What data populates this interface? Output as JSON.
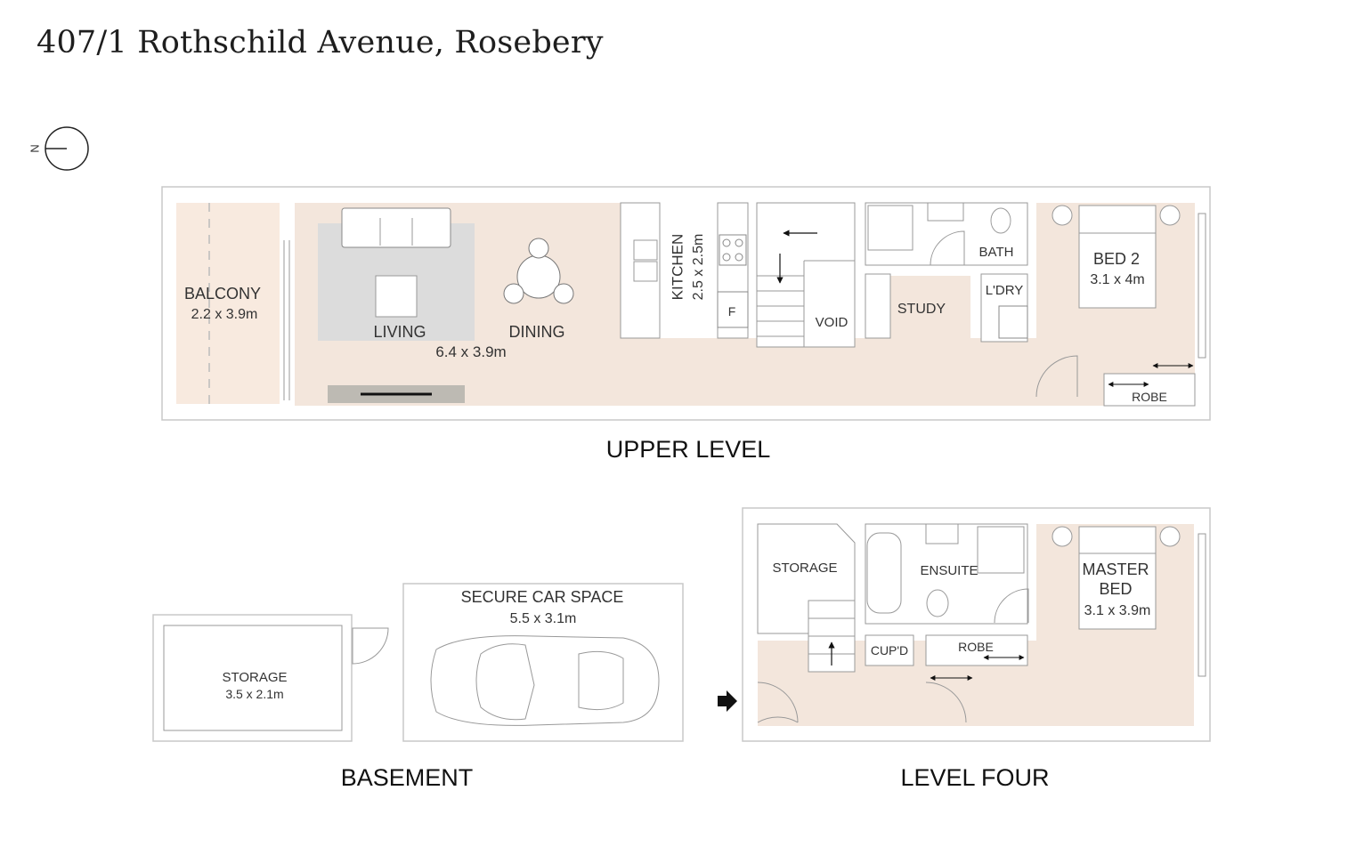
{
  "title": "407/1 Rothschild Avenue, Rosebery",
  "compass": {
    "label": "N"
  },
  "levels": {
    "upper": "UPPER LEVEL",
    "basement": "BASEMENT",
    "four": "LEVEL FOUR"
  },
  "rooms": {
    "balcony": {
      "name": "BALCONY",
      "size": "2.2 x 3.9m"
    },
    "living": {
      "name": "LIVING",
      "size": "6.4 x 3.9m"
    },
    "dining": {
      "name": "DINING"
    },
    "kitchen": {
      "name": "KITCHEN",
      "size": "2.5 x 2.5m",
      "fridge": "F"
    },
    "void": {
      "name": "VOID"
    },
    "study": {
      "name": "STUDY"
    },
    "bath": {
      "name": "BATH"
    },
    "laundry": {
      "name": "L'DRY"
    },
    "bed2": {
      "name": "BED 2",
      "size": "3.1 x 4m"
    },
    "robe_upper": {
      "name": "ROBE"
    },
    "storage_basement": {
      "name": "STORAGE",
      "size": "3.5 x 2.1m"
    },
    "car_space": {
      "name": "SECURE CAR SPACE",
      "size": "5.5 x 3.1m"
    },
    "storage_l4": {
      "name": "STORAGE"
    },
    "ensuite": {
      "name": "ENSUITE"
    },
    "master": {
      "name_line1": "MASTER",
      "name_line2": "BED",
      "size": "3.1 x 3.9m"
    },
    "cupd": {
      "name": "CUP'D"
    },
    "robe_l4": {
      "name": "ROBE"
    }
  },
  "colors": {
    "floor": "#f3e6dc",
    "balcony": "#f8eadf",
    "rug": "#dcdcdc",
    "tv_unit": "#bdbab3",
    "wall": "#ffffff",
    "outline": "#b8b8b8"
  }
}
